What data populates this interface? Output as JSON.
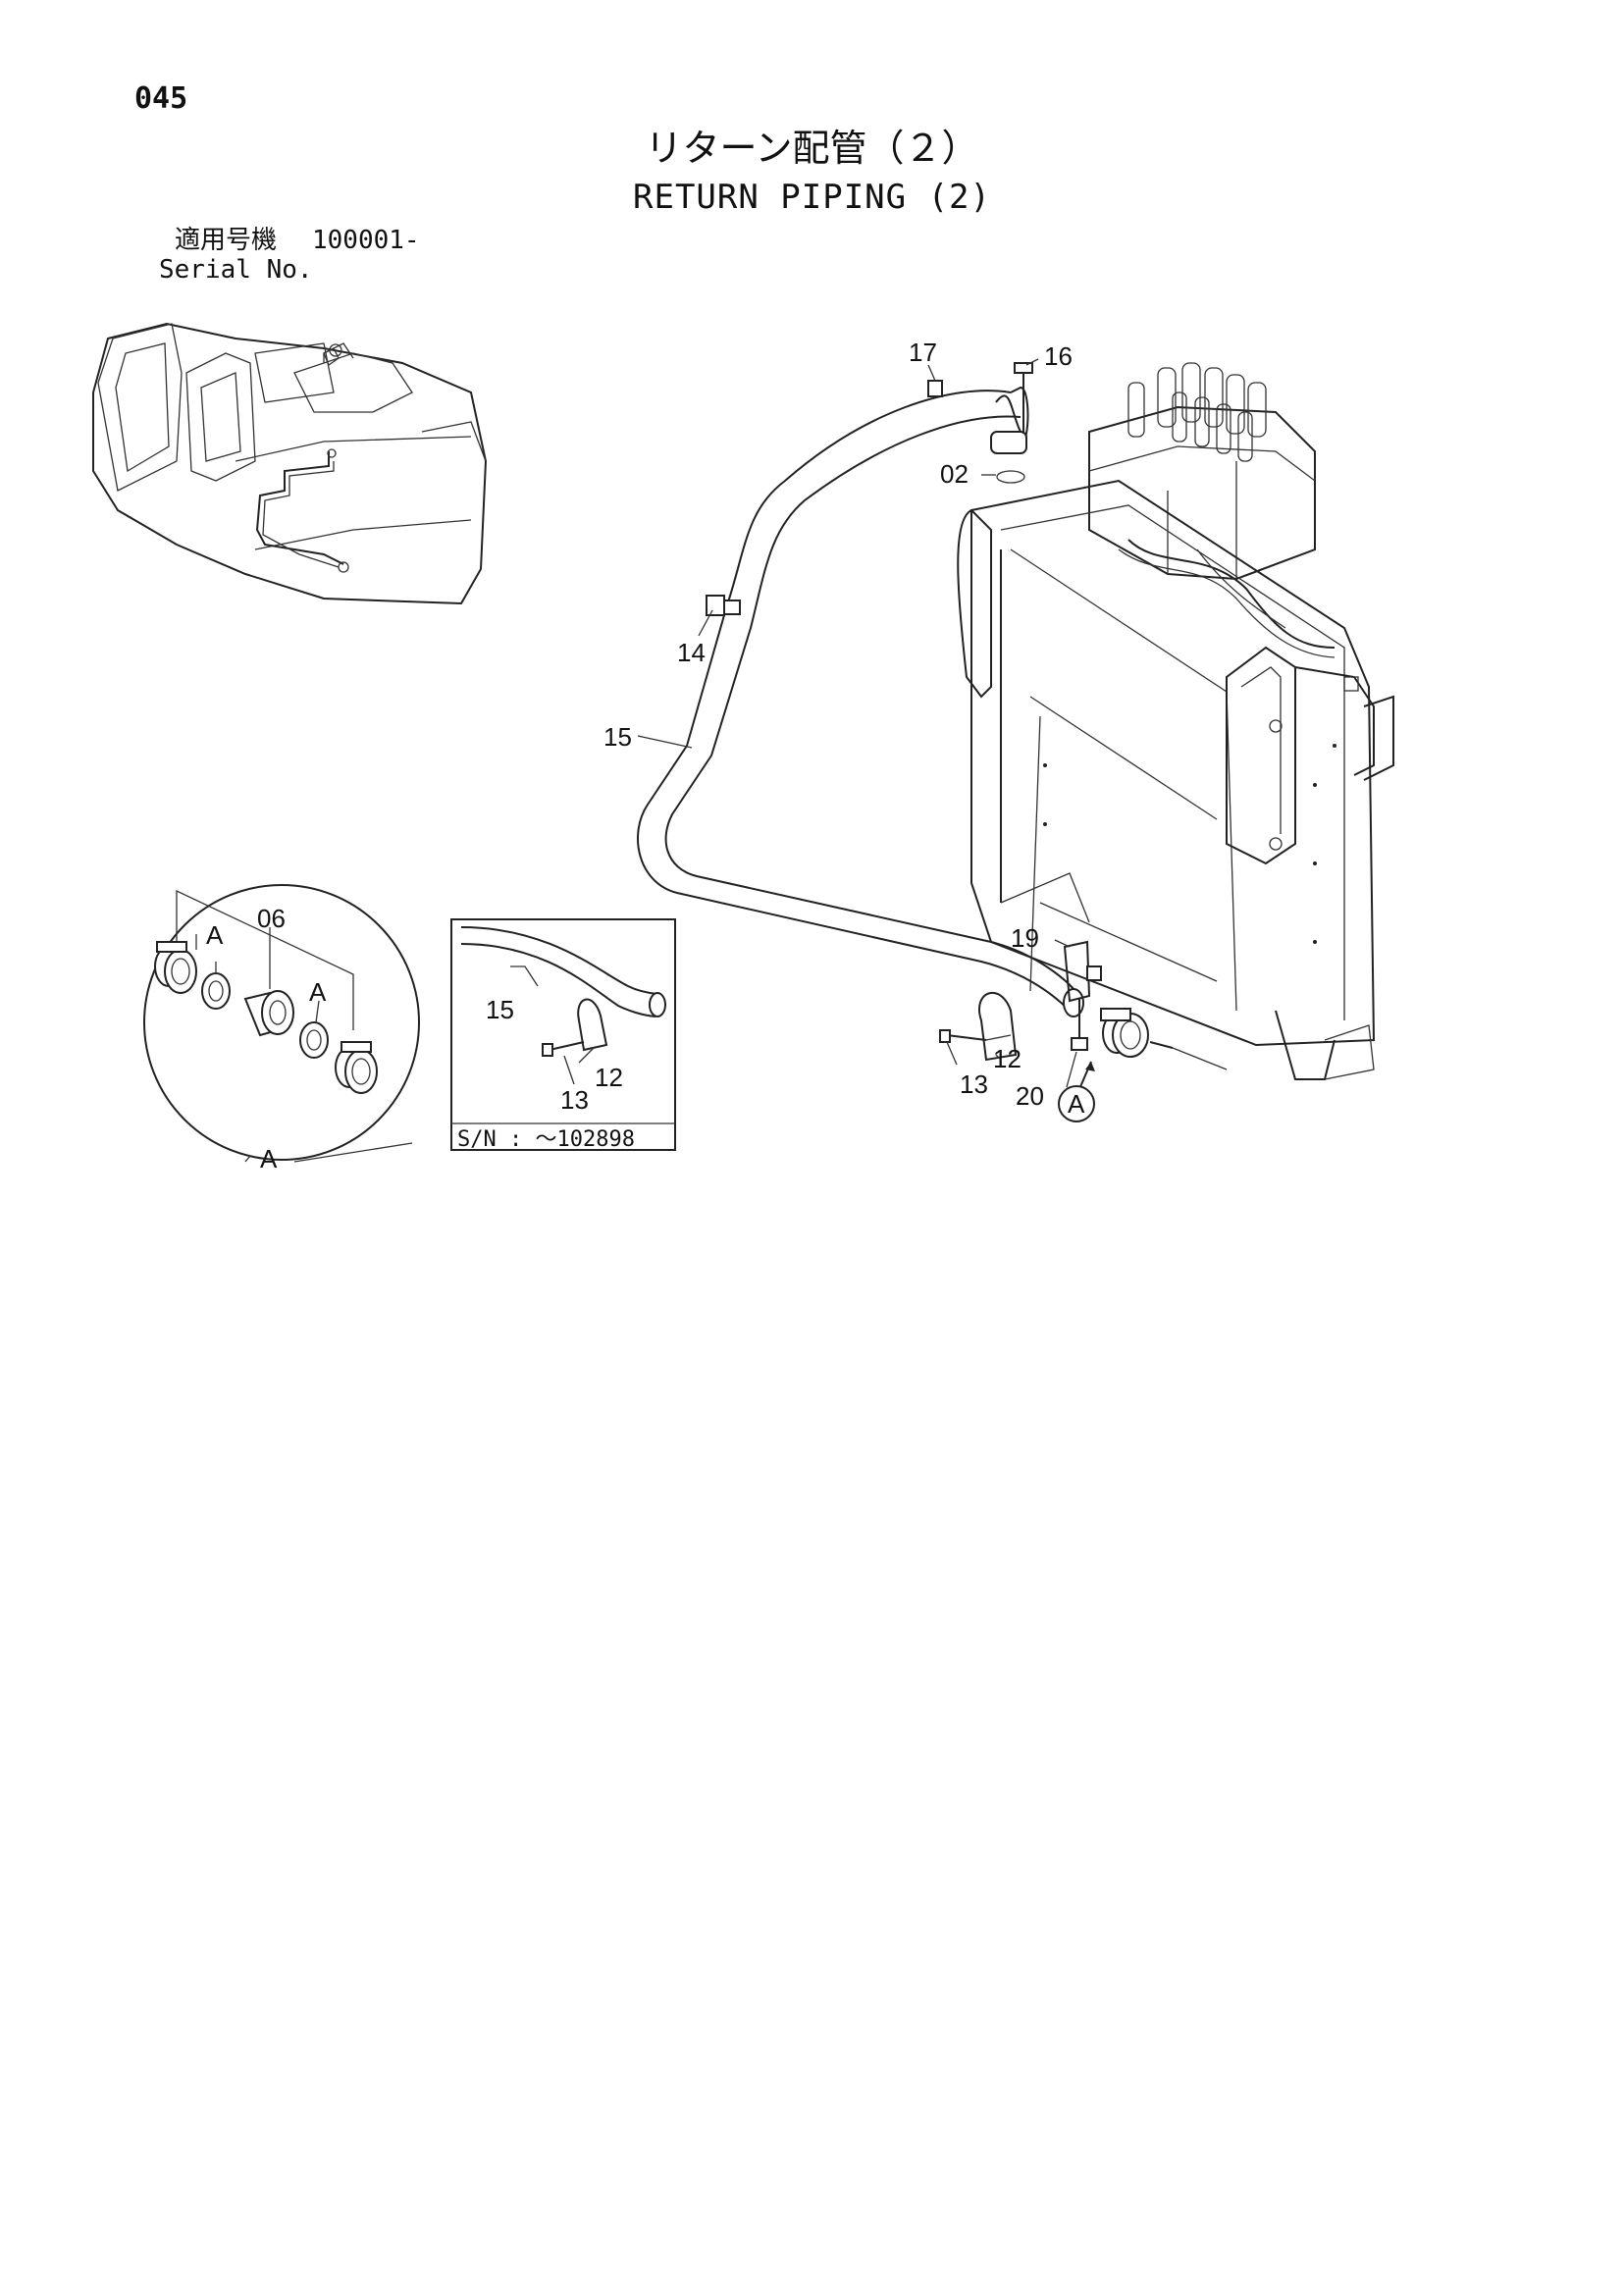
{
  "page_number": "045",
  "title_jp": "リターン配管（２）",
  "title_en": "RETURN PIPING (2)",
  "serial": {
    "label_jp": "適用号機",
    "label_en": "Serial No.",
    "value": "100001-"
  },
  "callouts": {
    "c17": "17",
    "c16": "16",
    "c02": "02",
    "c14": "14",
    "c15": "15",
    "c19": "19",
    "c12": "12",
    "c13": "13",
    "c20": "20",
    "cA": "A"
  },
  "detail_circle": {
    "label": "A",
    "part": "06",
    "marker1": "A",
    "marker2": "A"
  },
  "inset_box": {
    "c15": "15",
    "c12": "12",
    "c13": "13",
    "serial_note": "S/N : ～102898"
  }
}
